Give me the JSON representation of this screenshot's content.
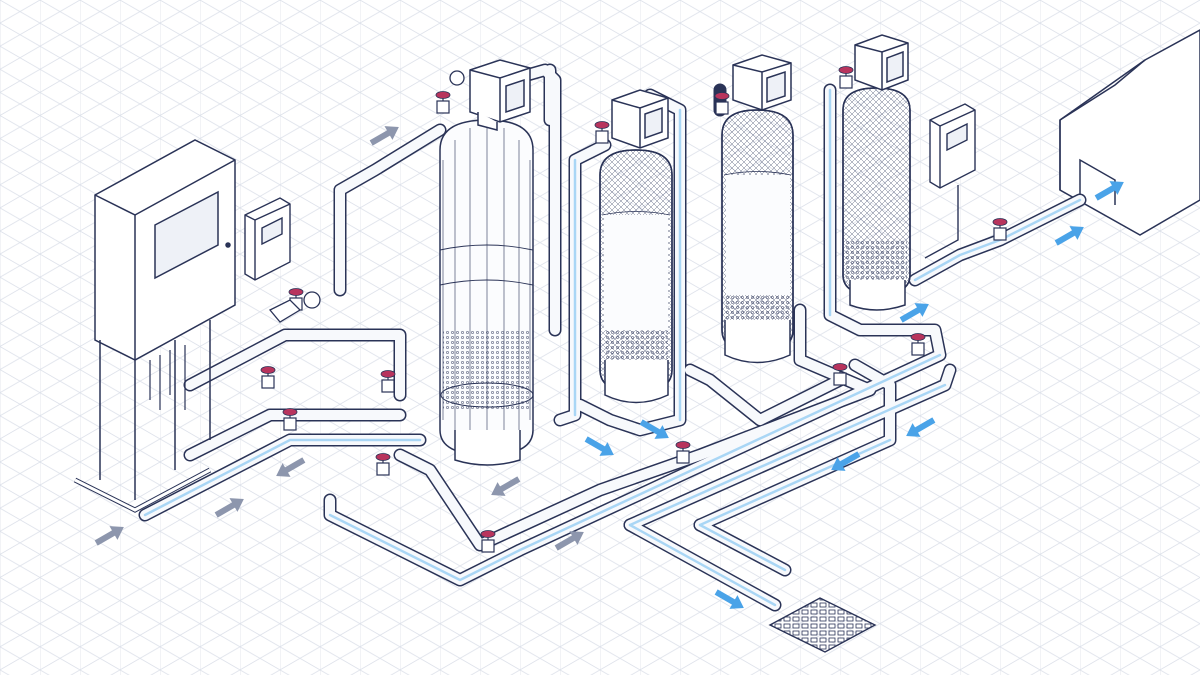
{
  "diagram": {
    "type": "isometric water treatment plant illustration",
    "components": [
      {
        "name": "control-cabinet"
      },
      {
        "name": "pressure-tank-1"
      },
      {
        "name": "filter-tank-2"
      },
      {
        "name": "filter-tank-3"
      },
      {
        "name": "filter-tank-4"
      },
      {
        "name": "control-box-left"
      },
      {
        "name": "control-box-right"
      },
      {
        "name": "house"
      },
      {
        "name": "floor-drain"
      }
    ],
    "flow_arrows": 14,
    "colors": {
      "line": "#2a3357",
      "grid": "#d6dbe6",
      "pipe_fill": "#f7f9fc",
      "water_highlight": "#a9d6f5",
      "flow_arrow_blue": "#4aa3e8",
      "flow_arrow_gray": "#8d96ad",
      "valve_handle": "#b8345d",
      "tank_fill": "#fbfcfe"
    }
  }
}
